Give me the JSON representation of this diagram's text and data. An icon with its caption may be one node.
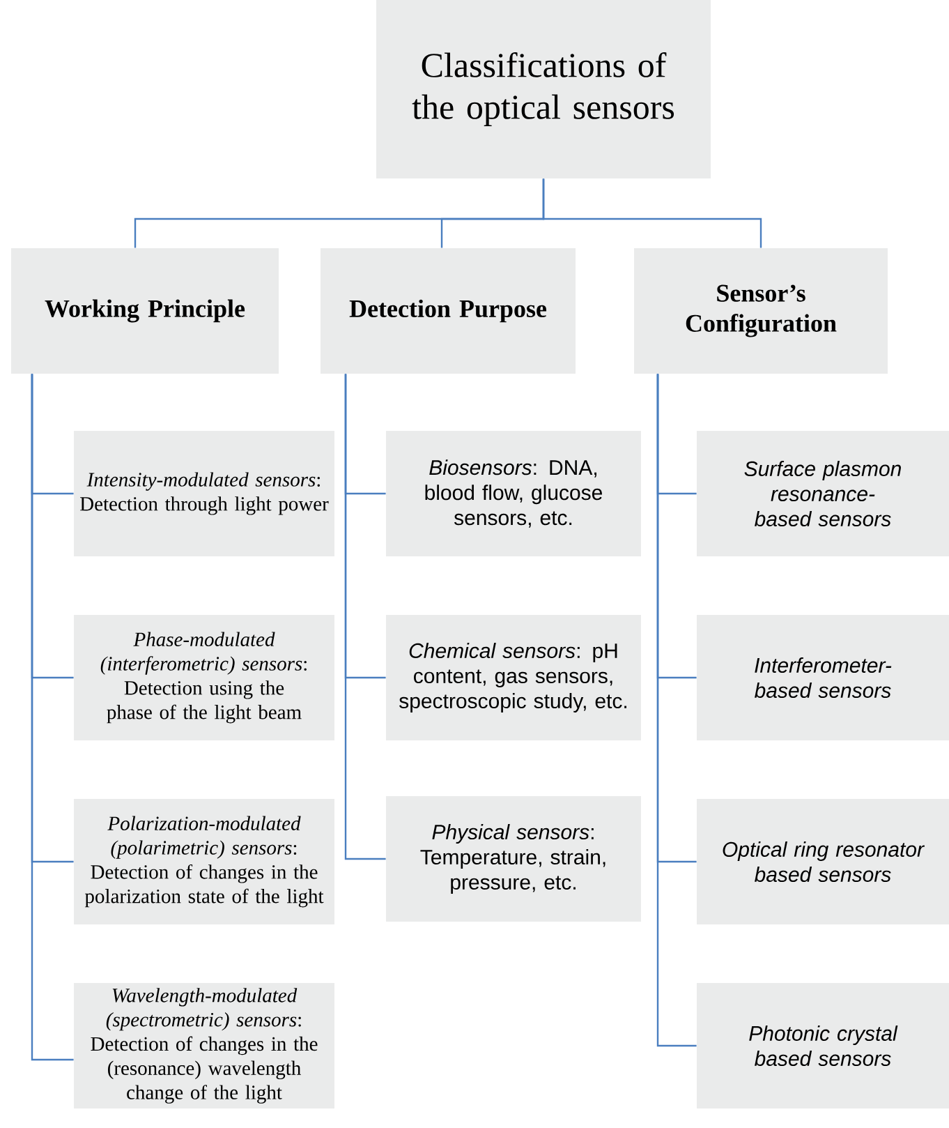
{
  "diagram": {
    "nodes": [
      {
        "text": [
          "Classifications of the optical sensors"
        ]
      },
      {
        "text": [
          "Working Principle"
        ]
      },
      {
        "text": [
          "Detection Purpose"
        ]
      },
      {
        "text": [
          "Sensor’s Configuration"
        ]
      },
      {
        "text": [
          "*Intensity-modulated sensors*: Detection through light power"
        ]
      },
      {
        "text": [
          "*Phase-modulated (interferometric) sensors*: Detection using the phase of the light beam"
        ]
      },
      {
        "text": [
          "*Polarization-modulated (polarimetric) sensors*: Detection of changes in the polarization state of the light"
        ]
      },
      {
        "text": [
          "*Wavelength-modulated (spectrometric) sensors*: Detection of changes in the (resonance) wavelength change of the light"
        ]
      },
      {
        "text": [
          "*Biosensors*: DNA, blood flow, glucose sensors, etc."
        ]
      },
      {
        "text": [
          "*Chemical sensors*: pH content, gas sensors, spectroscopic study, etc."
        ]
      },
      {
        "text": [
          "*Physical sensors*: Temperature, strain, pressure, etc."
        ]
      },
      {
        "text": [
          "Surface plasmon resonance-based sensors"
        ]
      },
      {
        "text": [
          "Interferometer-based sensors"
        ]
      },
      {
        "text": [
          "Optical ring resonator based sensors"
        ]
      },
      {
        "text": [
          "Photonic crystal based sensors"
        ]
      }
    ],
    "edges": [
      {
        "from": 0,
        "to": 1,
        "arrow": "none"
      },
      {
        "from": 0,
        "to": 2,
        "arrow": "none"
      },
      {
        "from": 0,
        "to": 3,
        "arrow": "none"
      },
      {
        "from": 1,
        "to": 4,
        "arrow": "none"
      },
      {
        "from": 1,
        "to": 5,
        "arrow": "none"
      },
      {
        "from": 1,
        "to": 6,
        "arrow": "none"
      },
      {
        "from": 1,
        "to": 7,
        "arrow": "none"
      },
      {
        "from": 2,
        "to": 8,
        "arrow": "none"
      },
      {
        "from": 2,
        "to": 9,
        "arrow": "none"
      },
      {
        "from": 2,
        "to": 10,
        "arrow": "none"
      },
      {
        "from": 3,
        "to": 11,
        "arrow": "none"
      },
      {
        "from": 3,
        "to": 12,
        "arrow": "none"
      },
      {
        "from": 3,
        "to": 13,
        "arrow": "none"
      },
      {
        "from": 3,
        "to": 14,
        "arrow": "none"
      }
    ]
  }
}
